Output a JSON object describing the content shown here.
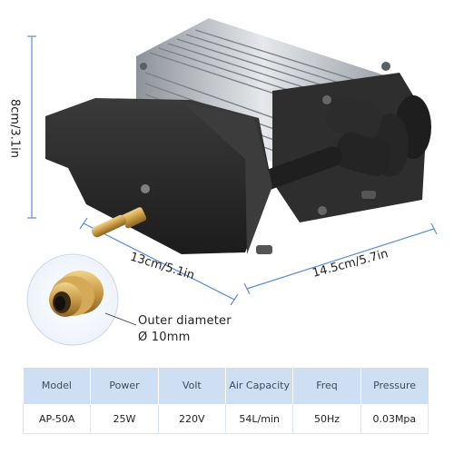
{
  "dimensions": {
    "height": "8cm/3.1in",
    "width": "13cm/5.1in",
    "length": "14.5cm/5.7in"
  },
  "nozzle": {
    "label": "Outer diameter",
    "value": "Ø 10mm"
  },
  "specs": {
    "headers": [
      "Model",
      "Power",
      "Volt",
      "Air Capacity",
      "Freq",
      "Pressure"
    ],
    "values": [
      "AP-50A",
      "25W",
      "220V",
      "54L/min",
      "50Hz",
      "0.03Mpa"
    ]
  },
  "colors": {
    "table_header": "#cfdff3",
    "dimension_line": "#5a8ed6",
    "pump_body": "#2b2b2b",
    "heat_sink": "#b8bcc2",
    "brass": "#c79a4a"
  }
}
